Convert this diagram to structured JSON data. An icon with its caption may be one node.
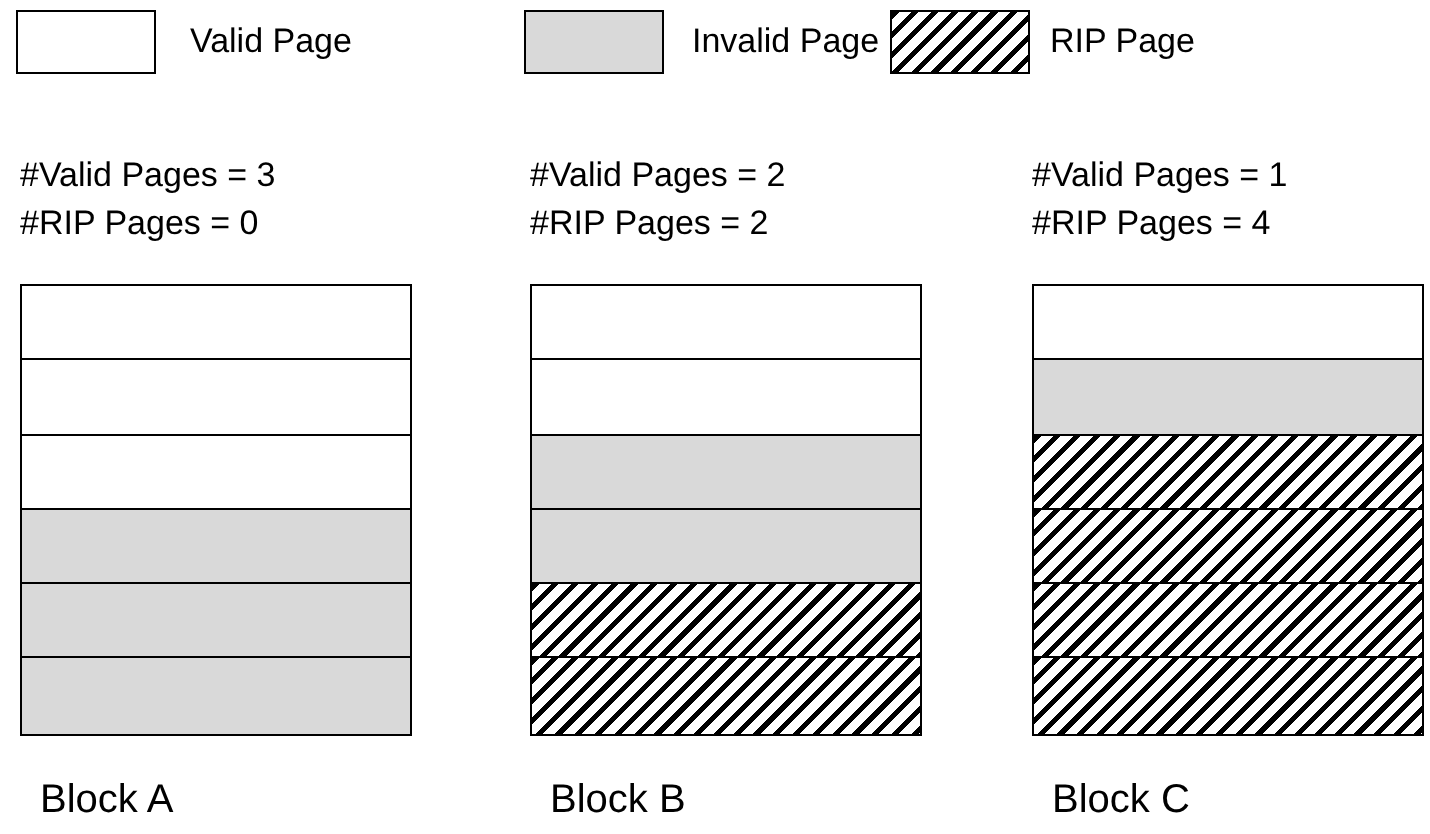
{
  "diagram": {
    "nodes": [
      {
        "text": [
          "#Valid Pages = 3",
          "#RIP Pages = 0",
          "Block A"
        ]
      },
      {
        "text": [],
        "shape": "box",
        "in": 0
      },
      {
        "text": [],
        "shape": "box",
        "in": 0
      },
      {
        "text": [],
        "shape": "box",
        "in": 0
      },
      {
        "text": [],
        "shape": "shaded",
        "in": 0
      },
      {
        "text": [],
        "shape": "shaded",
        "in": 0
      },
      {
        "text": [],
        "shape": "shaded",
        "in": 0
      },
      {
        "text": [
          "#Valid Pages = 2",
          "#RIP Pages = 2",
          "Block B"
        ]
      },
      {
        "text": [],
        "shape": "box",
        "in": 7
      },
      {
        "text": [],
        "shape": "box",
        "in": 7
      },
      {
        "text": [],
        "shape": "shaded",
        "in": 7
      },
      {
        "text": [],
        "shape": "shaded",
        "in": 7
      },
      {
        "text": [],
        "shape": "hatched",
        "in": 7
      },
      {
        "text": [],
        "shape": "hatched",
        "in": 7
      },
      {
        "text": [
          "#Valid Pages = 1",
          "#RIP Pages = 4",
          "Block C"
        ]
      },
      {
        "text": [],
        "shape": "box",
        "in": 14
      },
      {
        "text": [],
        "shape": "shaded",
        "in": 14
      },
      {
        "text": [],
        "shape": "hatched",
        "in": 14
      },
      {
        "text": [],
        "shape": "hatched",
        "in": 14
      },
      {
        "text": [],
        "shape": "hatched",
        "in": 14
      },
      {
        "text": [],
        "shape": "hatched",
        "in": 14
      }
    ],
    "legend": [
      {
        "text": "Valid Page",
        "color": "#ffffff"
      },
      {
        "text": "Invalid Page",
        "color": "#d9d9d9"
      },
      {
        "text": "RIP Page"
      }
    ]
  }
}
